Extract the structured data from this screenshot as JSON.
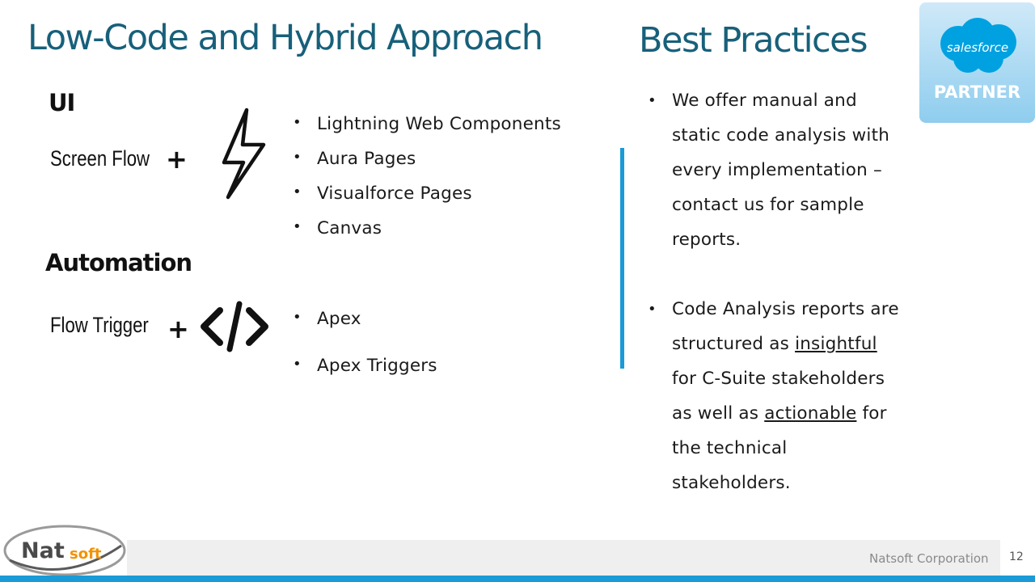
{
  "left": {
    "title": "Low-Code and Hybrid Approach",
    "ui_section": {
      "heading": "UI",
      "label": "Screen Flow",
      "plus": "+",
      "icon": "lightning-bolt-icon",
      "items": [
        "Lightning Web Components",
        "Aura Pages",
        "Visualforce Pages",
        "Canvas"
      ]
    },
    "automation_section": {
      "heading": "Automation",
      "label": "Flow Trigger",
      "plus": "+",
      "icon": "code-brackets-icon",
      "items": [
        "Apex",
        "Apex Triggers"
      ]
    }
  },
  "right": {
    "title": "Best Practices",
    "bullet1": "We offer manual and static code analysis with every implementation – contact us for sample reports.",
    "bullet2": {
      "pre": "Code Analysis reports are structured as ",
      "u1": "insightful",
      "mid": " for C-Suite stakeholders as well as ",
      "u2": "actionable",
      "post": " for the technical stakeholders."
    }
  },
  "badge": {
    "cloud_text": "salesforce",
    "label": "PARTNER"
  },
  "footer": {
    "logo_text": "Natsoft",
    "logo_nat": "Nat",
    "logo_soft": "soft",
    "company": "Natsoft Corporation",
    "page": "12"
  },
  "colors": {
    "title": "#17607a",
    "accent": "#1a9ad6",
    "salesforce_blue": "#00a1e0",
    "natsoft_orange": "#f39200"
  }
}
